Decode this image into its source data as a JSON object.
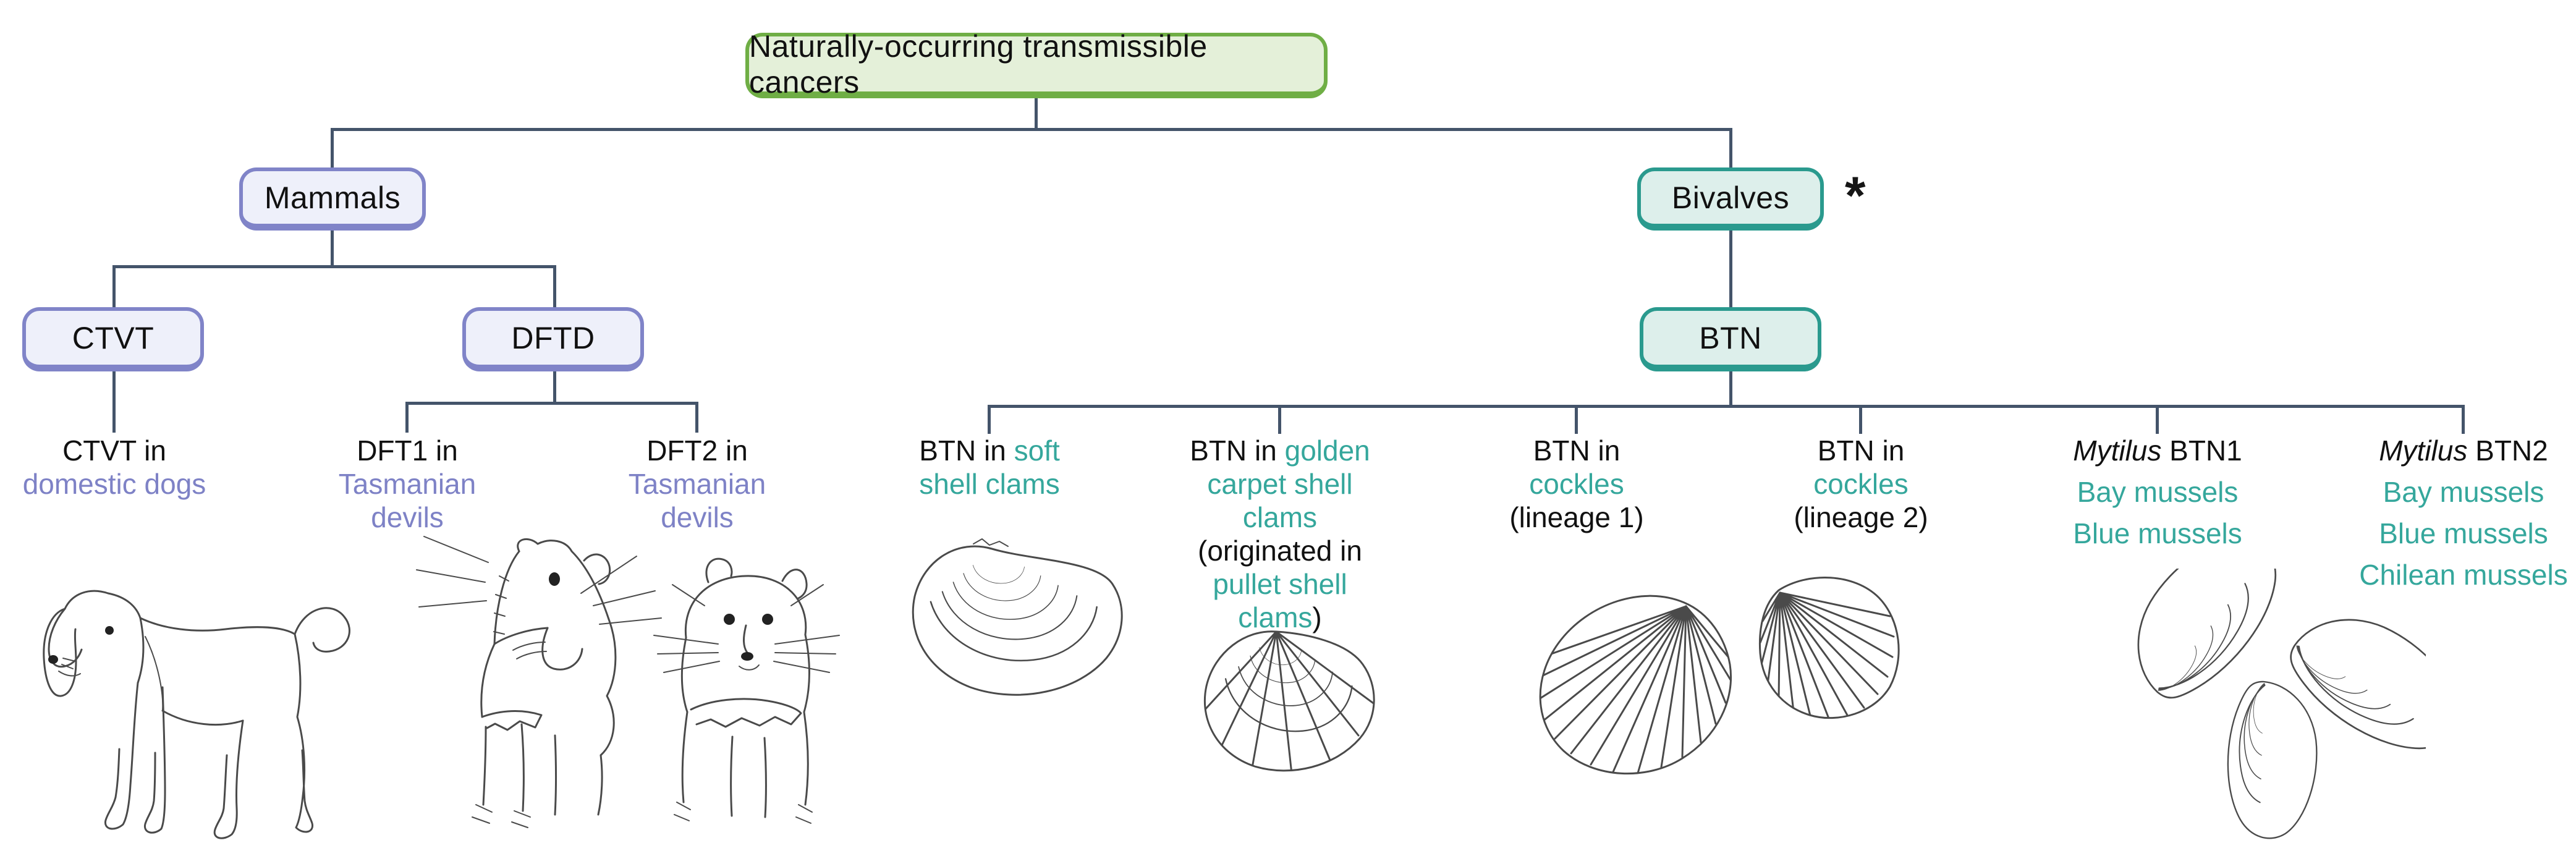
{
  "theme": {
    "teal_text": "#35a79c",
    "purple_text": "#7e82c6",
    "green_border": "#6fae45",
    "green_fill": "#e4f0d9",
    "purple_border": "#8084c8",
    "purple_fill": "#eef0fa",
    "teal_border": "#2a9a8e",
    "teal_fill": "#ddefeb",
    "connector": "#44546a"
  },
  "root": {
    "label": "Naturally-occurring transmissible cancers"
  },
  "branches": {
    "mammals": {
      "label": "Mammals"
    },
    "bivalves": {
      "label": "Bivalves",
      "note": "*"
    }
  },
  "nodes": {
    "ctvt": {
      "label": "CTVT"
    },
    "dftd": {
      "label": "DFTD"
    },
    "btn": {
      "label": "BTN"
    }
  },
  "leaves": {
    "ctvt_dogs": {
      "top": "CTVT in",
      "host": "domestic dogs"
    },
    "dft1": {
      "top": "DFT1 in",
      "host1": "Tasmanian",
      "host2": "devils"
    },
    "dft2": {
      "top": "DFT2 in",
      "host1": "Tasmanian",
      "host2": "devils"
    },
    "soft": {
      "prefix": "BTN in ",
      "host1": "soft",
      "host2": "shell clams"
    },
    "golden": {
      "prefix": "BTN in ",
      "host1": "golden",
      "host2": "carpet shell",
      "host3": "clams",
      "note_open": "(originated in",
      "note_host1": "pullet shell",
      "note_host2": "clams",
      "note_close": ")"
    },
    "cockle1": {
      "top": "BTN in",
      "host": "cockles",
      "lineage": "(lineage 1)"
    },
    "cockle2": {
      "top": "BTN in",
      "host": "cockles",
      "lineage": "(lineage 2)"
    },
    "mbtn1": {
      "species": "Mytilus",
      "name": " BTN1",
      "hosts": [
        "Bay mussels",
        "Blue mussels"
      ]
    },
    "mbtn2": {
      "species": "Mytilus",
      "name": " BTN2",
      "hosts": [
        "Bay mussels",
        "Blue mussels",
        "Chilean mussels"
      ]
    }
  },
  "illustrations": {
    "dog": "domestic-dog-line-art",
    "devils": "tasmanian-devils-line-art",
    "soft_shell_clam": "soft-shell-clam-line-art",
    "carpet_shell_clam": "golden-carpet-shell-clam-line-art",
    "cockles": "cockles-line-art",
    "mussels": "mussel-cluster-line-art"
  }
}
